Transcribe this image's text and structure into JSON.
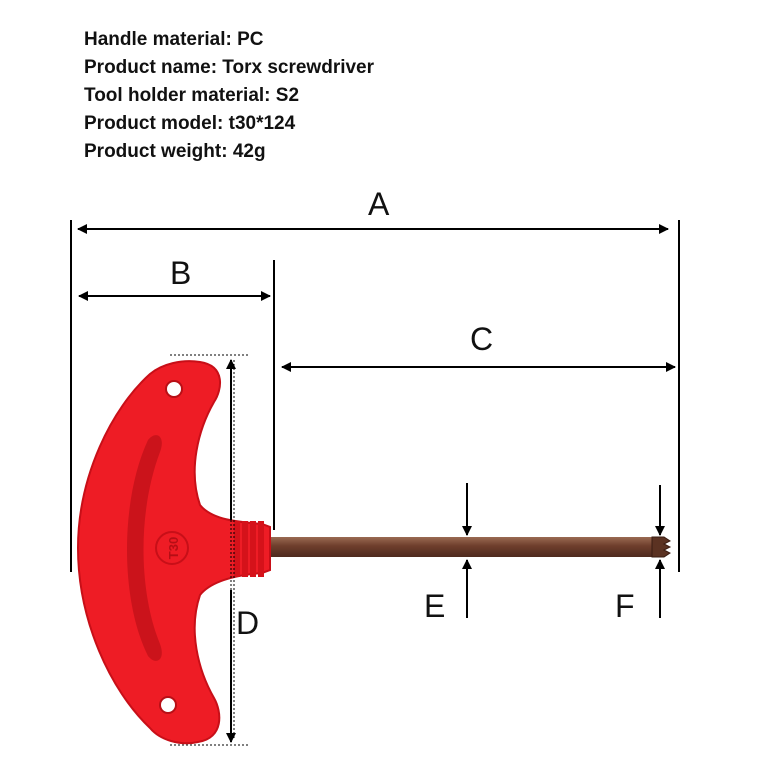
{
  "specs": [
    {
      "label": "Handle material: PC"
    },
    {
      "label": "Product name: Torx screwdriver"
    },
    {
      "label": "Tool holder material: S2"
    },
    {
      "label": "Product model: t30*124"
    },
    {
      "label": "Product weight: 42g"
    }
  ],
  "dimensions": {
    "a": "A",
    "b": "B",
    "c": "C",
    "d": "D",
    "e": "E",
    "f": "F"
  },
  "handle_marking": "T30",
  "colors": {
    "handle": "#ee1c25",
    "handle_shadow": "#c80f18",
    "shaft": "#7a4a36",
    "line": "#000000"
  }
}
